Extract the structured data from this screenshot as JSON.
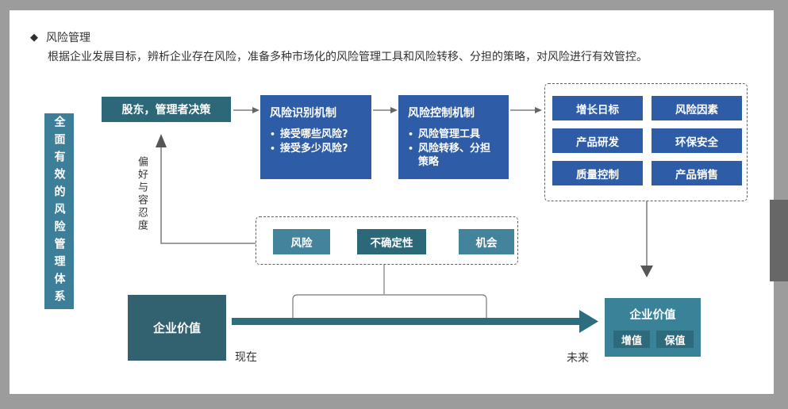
{
  "icons": {
    "bullet": "•",
    "diamond": "◆"
  },
  "colors": {
    "frame_gray": "#9c9c9c",
    "scroll_thumb": "#676767",
    "box_blue": "#2e5ca6",
    "box_slate_teal": "#2d6878",
    "box_mid_teal": "#44839c",
    "left_bar_teal": "#3d7f99",
    "value_now_teal": "#32616f",
    "value_future_teal": "#3a8297",
    "thick_arrow_teal": "#2c6e80",
    "connector_gray": "#666666",
    "text_dark": "#333333"
  },
  "header": {
    "title": "风险管理",
    "description": "根据企业发展目标，辨析企业存在风险，准备多种市场化的风险管理工具和风险转移、分担的策略，对风险进行有效管控。"
  },
  "diagram": {
    "left_bar_label": "全面有效的风险管理体系",
    "decision_box_label": "股东，管理者决策",
    "preference_label": "偏好与容忍度",
    "risk_identification": {
      "title": "风险识别机制",
      "bullets": [
        "接受哪些风险?",
        "接受多少风险?"
      ]
    },
    "risk_control": {
      "title": "风险控制机制",
      "bullets": [
        "风险管理工具",
        "风险转移、分担策略"
      ]
    },
    "targets": [
      "增长日标",
      "风险因素",
      "产品研发",
      "环保安全",
      "质量控制",
      "产品销售"
    ],
    "middle_items": [
      "风险",
      "不确定性",
      "机会"
    ],
    "value_now_label": "企业价值",
    "now_label": "现在",
    "future_label": "未来",
    "value_future": {
      "title": "企业价值",
      "badges": [
        "增值",
        "保值"
      ]
    }
  }
}
